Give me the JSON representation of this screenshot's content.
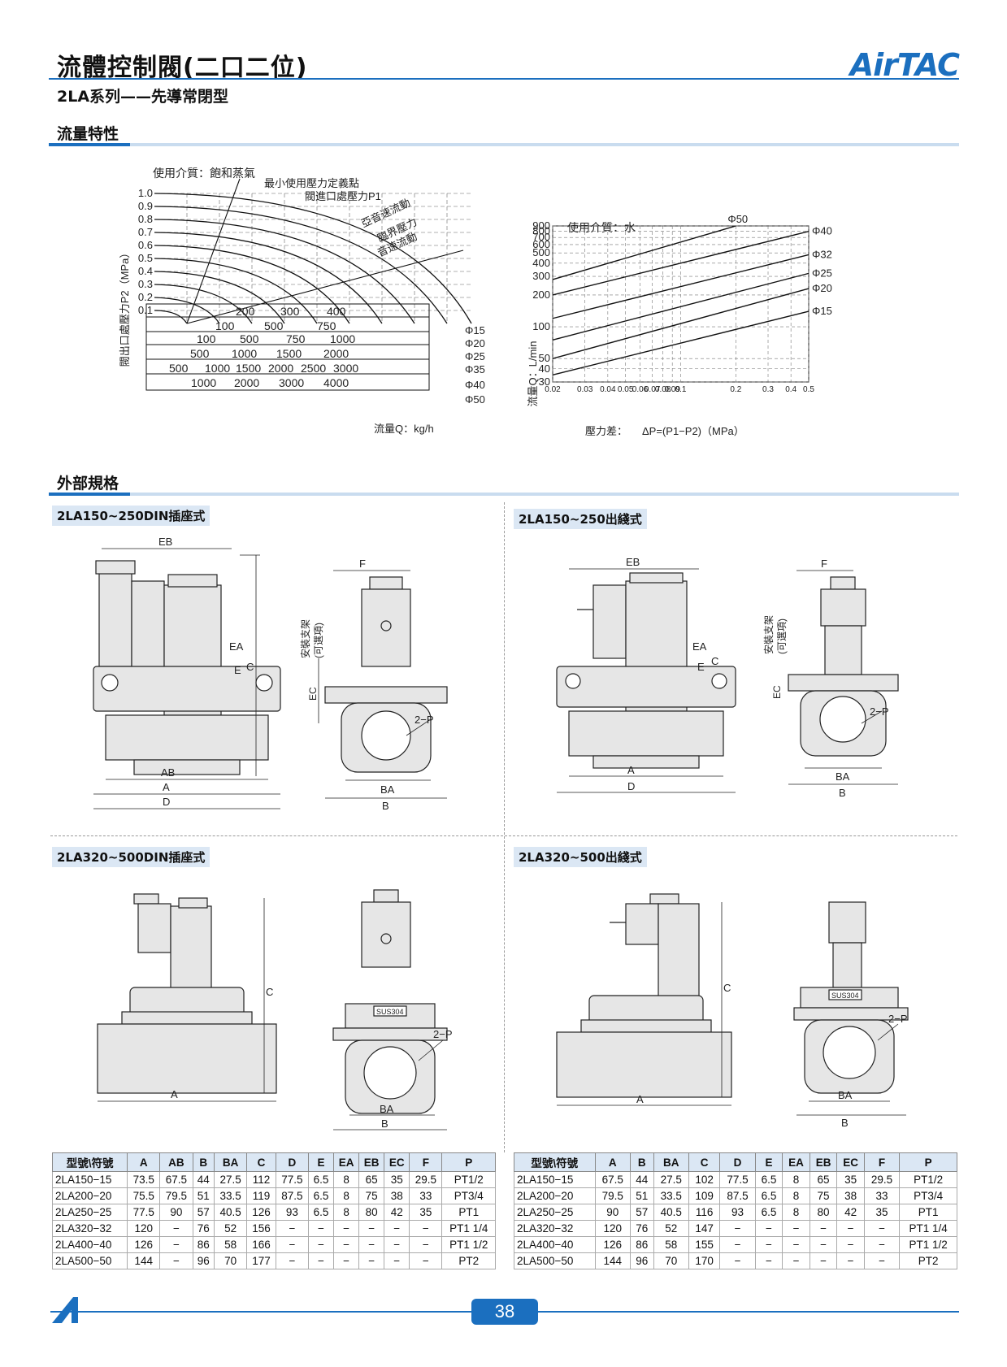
{
  "header": {
    "title": "流體控制閥(二口二位)",
    "subtitle": "2LA系列——先導常閉型",
    "logo": "AirTAC",
    "brand_color": "#1b6fbf"
  },
  "sections": {
    "flow": "流量特性",
    "external": "外部規格"
  },
  "steam_chart": {
    "medium": "使用介質：飽和蒸氣",
    "ylabel": "閥出口處壓力P2（MPa）",
    "y_ticks": [
      "1.0",
      "0.9",
      "0.8",
      "0.7",
      "0.6",
      "0.5",
      "0.4",
      "0.3",
      "0.2",
      "0.1"
    ],
    "ann_min_pressure": "最小使用壓力定義點",
    "ann_p1": "閥進口處壓力P1",
    "ann_subsonic": "亞音速流動",
    "ann_critical": "臨界壓力",
    "ann_sonic": "音速流動",
    "xlabel": "流量Q：kg/h",
    "scale_rows": [
      {
        "size": "Φ15",
        "labels": [
          "200",
          "300",
          "400"
        ]
      },
      {
        "size": "Φ20",
        "labels": [
          "100",
          "500",
          "750"
        ]
      },
      {
        "size": "Φ25",
        "labels": [
          "100",
          "500",
          "750",
          "1000"
        ]
      },
      {
        "size": "Φ35",
        "labels": [
          "500",
          "1000",
          "1500",
          "2000"
        ]
      },
      {
        "size": "Φ40",
        "labels": [
          "500",
          "1000",
          "1500",
          "2000",
          "2500",
          "3000"
        ]
      },
      {
        "size": "Φ50",
        "labels": [
          "1000",
          "2000",
          "3000",
          "4000"
        ]
      }
    ]
  },
  "chart_data": {
    "type": "line",
    "medium": "使用介質：水",
    "ylabel": "流量Q：L/min",
    "xlabel": "壓力差：",
    "xformula": "ΔP=(P1−P2)（MPa）",
    "x_scale": "log",
    "y_scale": "log",
    "xlim": [
      0.02,
      0.5
    ],
    "ylim": [
      30,
      900
    ],
    "x_ticks": [
      0.02,
      0.03,
      0.04,
      0.05,
      0.06,
      0.07,
      0.08,
      0.09,
      0.1,
      0.2,
      0.3,
      0.4,
      0.5
    ],
    "x_tick_labels": [
      "0.02",
      "0.03",
      "0.04",
      "0.05",
      "0.06",
      "0.07",
      "0.08",
      "0.09",
      "0.1",
      "0.2",
      "0.3",
      "0.4",
      "0.5"
    ],
    "y_ticks": [
      30,
      40,
      50,
      100,
      200,
      300,
      400,
      500,
      600,
      700,
      800,
      900
    ],
    "y_tick_labels": [
      "30",
      "40",
      "50",
      "100",
      "200",
      "300",
      "400",
      "500",
      "600",
      "700",
      "800",
      "900"
    ],
    "grid": true,
    "series": [
      {
        "name": "Φ50",
        "x": [
          0.02,
          0.2
        ],
        "y": [
          280,
          900
        ]
      },
      {
        "name": "Φ40",
        "x": [
          0.02,
          0.5
        ],
        "y": [
          200,
          800
        ]
      },
      {
        "name": "Φ32",
        "x": [
          0.02,
          0.5
        ],
        "y": [
          120,
          480
        ]
      },
      {
        "name": "Φ25",
        "x": [
          0.02,
          0.5
        ],
        "y": [
          75,
          320
        ]
      },
      {
        "name": "Φ20",
        "x": [
          0.02,
          0.5
        ],
        "y": [
          50,
          230
        ]
      },
      {
        "name": "Φ15",
        "x": [
          0.02,
          0.5
        ],
        "y": [
          35,
          140
        ]
      }
    ]
  },
  "panels": {
    "p1": "2LA150~250DIN插座式",
    "p2": "2LA150~250出綫式",
    "p3": "2LA320~500DIN插座式",
    "p4": "2LA320~500出綫式",
    "dim_labels": {
      "EB": "EB",
      "EA": "EA",
      "E": "E",
      "C": "C",
      "AB": "AB",
      "A": "A",
      "D": "D",
      "F": "F",
      "EC": "EC",
      "BA": "BA",
      "B": "B",
      "P": "2−P",
      "bracket": "安裝支架",
      "optional": "(可選項)",
      "sus": "SUS304"
    }
  },
  "table_left": {
    "headers": [
      "型號\\符號",
      "A",
      "AB",
      "B",
      "BA",
      "C",
      "D",
      "E",
      "EA",
      "EB",
      "EC",
      "F",
      "P"
    ],
    "rows": [
      [
        "2LA150−15",
        "73.5",
        "67.5",
        "44",
        "27.5",
        "112",
        "77.5",
        "6.5",
        "8",
        "65",
        "35",
        "29.5",
        "PT1/2"
      ],
      [
        "2LA200−20",
        "75.5",
        "79.5",
        "51",
        "33.5",
        "119",
        "87.5",
        "6.5",
        "8",
        "75",
        "38",
        "33",
        "PT3/4"
      ],
      [
        "2LA250−25",
        "77.5",
        "90",
        "57",
        "40.5",
        "126",
        "93",
        "6.5",
        "8",
        "80",
        "42",
        "35",
        "PT1"
      ],
      [
        "2LA320−32",
        "120",
        "−",
        "76",
        "52",
        "156",
        "−",
        "−",
        "−",
        "−",
        "−",
        "−",
        "PT1 1/4"
      ],
      [
        "2LA400−40",
        "126",
        "−",
        "86",
        "58",
        "166",
        "−",
        "−",
        "−",
        "−",
        "−",
        "−",
        "PT1 1/2"
      ],
      [
        "2LA500−50",
        "144",
        "−",
        "96",
        "70",
        "177",
        "−",
        "−",
        "−",
        "−",
        "−",
        "−",
        "PT2"
      ]
    ]
  },
  "table_right": {
    "headers": [
      "型號\\符號",
      "A",
      "B",
      "BA",
      "C",
      "D",
      "E",
      "EA",
      "EB",
      "EC",
      "F",
      "P"
    ],
    "rows": [
      [
        "2LA150−15",
        "67.5",
        "44",
        "27.5",
        "102",
        "77.5",
        "6.5",
        "8",
        "65",
        "35",
        "29.5",
        "PT1/2"
      ],
      [
        "2LA200−20",
        "79.5",
        "51",
        "33.5",
        "109",
        "87.5",
        "6.5",
        "8",
        "75",
        "38",
        "33",
        "PT3/4"
      ],
      [
        "2LA250−25",
        "90",
        "57",
        "40.5",
        "116",
        "93",
        "6.5",
        "8",
        "80",
        "42",
        "35",
        "PT1"
      ],
      [
        "2LA320−32",
        "120",
        "76",
        "52",
        "147",
        "−",
        "−",
        "−",
        "−",
        "−",
        "−",
        "PT1 1/4"
      ],
      [
        "2LA400−40",
        "126",
        "86",
        "58",
        "155",
        "−",
        "−",
        "−",
        "−",
        "−",
        "−",
        "PT1 1/2"
      ],
      [
        "2LA500−50",
        "144",
        "96",
        "70",
        "170",
        "−",
        "−",
        "−",
        "−",
        "−",
        "−",
        "PT2"
      ]
    ]
  },
  "footer": {
    "page": "38"
  }
}
